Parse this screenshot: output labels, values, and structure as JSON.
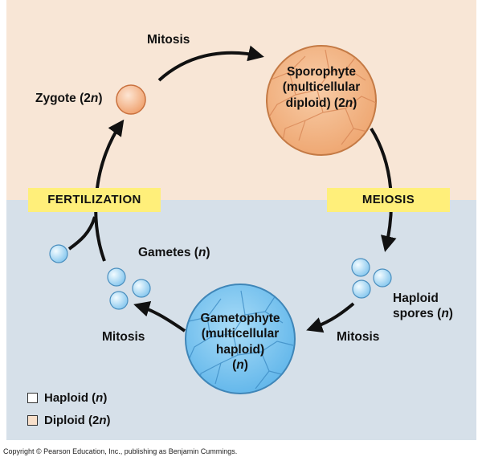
{
  "labels": {
    "mitosis_top": "Mitosis",
    "zygote": "Zygote (2",
    "zygote_n": "n",
    "zygote_close": ")",
    "sporophyte_l1": "Sporophyte",
    "sporophyte_l2": "(multicellular",
    "sporophyte_l3a": "diploid) (2",
    "sporophyte_l3n": "n",
    "sporophyte_l3b": ")",
    "fertilization": "FERTILIZATION",
    "meiosis": "MEIOSIS",
    "gametes": "Gametes (",
    "gametes_n": "n",
    "gametes_close": ")",
    "haploid_spores_l1": "Haploid",
    "haploid_spores_l2a": "spores (",
    "haploid_spores_l2n": "n",
    "haploid_spores_l2b": ")",
    "mitosis_left": "Mitosis",
    "mitosis_right": "Mitosis",
    "gametophyte_l1": "Gametophyte",
    "gametophyte_l2": "(multicellular",
    "gametophyte_l3": "haploid)",
    "gametophyte_l4a": "(",
    "gametophyte_l4n": "n",
    "gametophyte_l4b": ")"
  },
  "legend": {
    "haploid": "Haploid (",
    "haploid_n": "n",
    "haploid_close": ")",
    "diploid": "Diploid (2",
    "diploid_n": "n",
    "diploid_close": ")"
  },
  "colors": {
    "diploid_bg": "#f8e6d6",
    "haploid_bg": "#d6e0e9",
    "banner": "#ffef7a",
    "sporophyte_fill": "#f3b789",
    "gametophyte_fill": "#7fc6ef",
    "arrow": "#111111"
  },
  "copyright": "Copyright © Pearson Education, Inc., publishing as Benjamin Cummings."
}
